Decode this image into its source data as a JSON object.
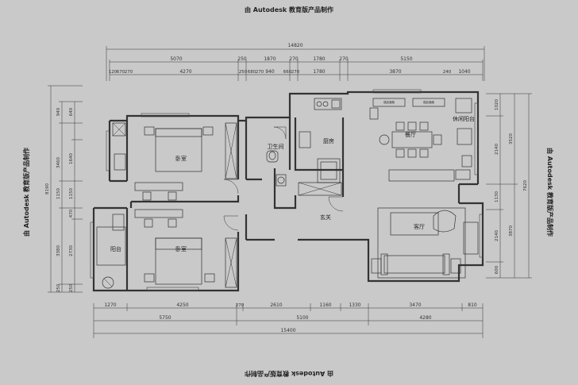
{
  "watermark": {
    "top": "由 Autodesk 教育版产品制作",
    "bottom": "由 Autodesk 教育版产品制作",
    "left": "由 Autodesk 教育版产品制作",
    "right": "由 Autodesk 教育版产品制作"
  },
  "rooms": {
    "bedroom_top": "卧室",
    "bedroom_bottom": "卧室",
    "bathroom": "卫生间",
    "kitchen": "厨房",
    "dining": "餐厅",
    "leisure_balcony": "休闲阳台",
    "foyer": "玄关",
    "living": "客厅",
    "balcony": "阳台"
  },
  "labels": {
    "cabinet_1": "成品酒柜",
    "cabinet_2": "成品酒柜"
  },
  "dimensions": {
    "top_total": "14820",
    "top_row2": [
      "5070",
      "250",
      "1870",
      "270",
      "1780",
      "270",
      "5150"
    ],
    "top_row3": [
      "120",
      "670",
      "270",
      "4270",
      "250",
      "680",
      "270",
      "940",
      "660",
      "270",
      "1780",
      "3870",
      "240",
      "1040"
    ],
    "bottom_row1": [
      "1270",
      "4250",
      "270",
      "2610",
      "1160",
      "1330",
      "3470",
      "810"
    ],
    "bottom_row2": [
      "5750",
      "5100",
      "4280"
    ],
    "bottom_total": "15400",
    "left_col1": [
      "940",
      "3460",
      "1150",
      "3380",
      "250"
    ],
    "left_total": "8190",
    "left_col2": [
      "640",
      "1640",
      "1150",
      "470",
      "2730",
      "250"
    ],
    "right_col1": [
      "1020",
      "2140",
      "1130",
      "2140",
      "600"
    ],
    "right_col2": [
      "3520",
      "3870"
    ],
    "right_total": "7620"
  }
}
